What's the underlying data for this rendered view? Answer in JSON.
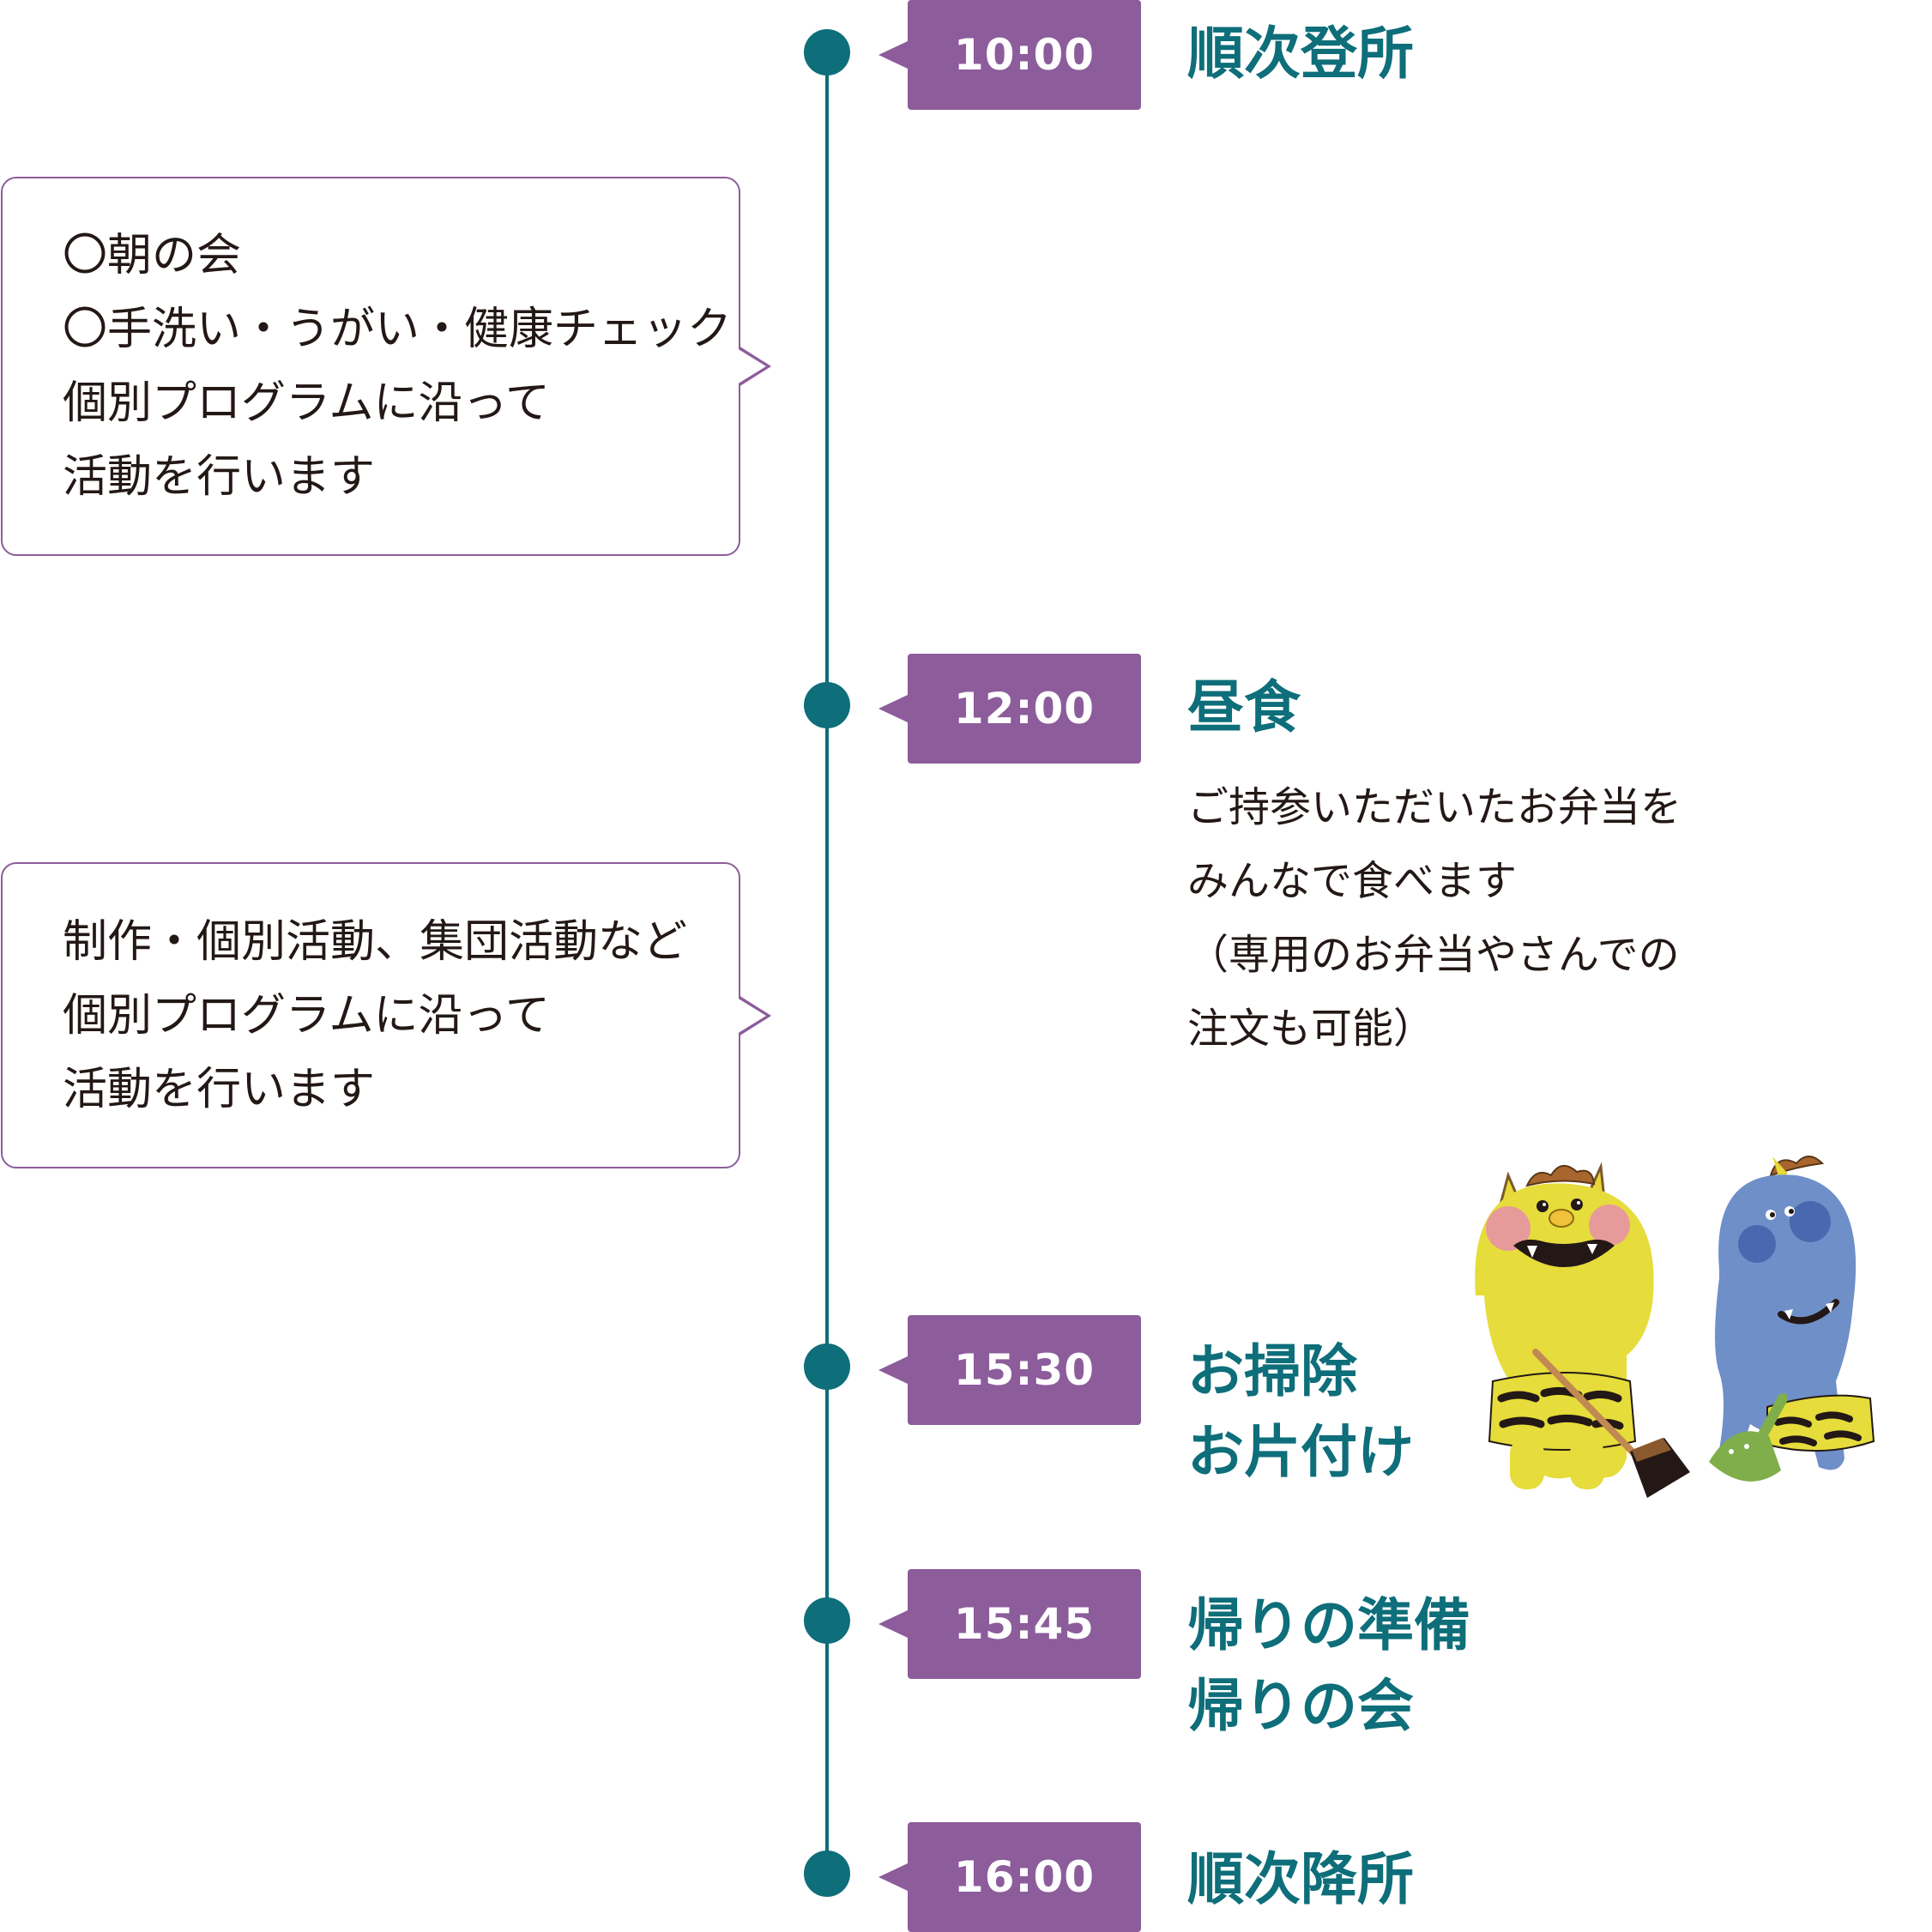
{
  "schedule": [
    {
      "time": "10:00",
      "title": [
        "順次登所"
      ]
    },
    {
      "time": "12:00",
      "title": [
        "昼食"
      ]
    },
    {
      "time": "15:30",
      "title": [
        "お掃除",
        "お片付け"
      ]
    },
    {
      "time": "15:45",
      "title": [
        "帰りの準備",
        "帰りの会"
      ]
    },
    {
      "time": "16:00",
      "title": [
        "順次降所"
      ]
    }
  ],
  "lunch_description": [
    "ご持参いただいたお弁当を",
    "みんなで食べます",
    "（専用のお弁当やさんでの",
    "注文も可能）"
  ],
  "callouts": [
    {
      "lines": [
        "〇朝の会",
        "〇手洗い・うがい・健康チェック",
        "個別プログラムに沿って",
        "活動を行います"
      ]
    },
    {
      "lines": [
        "制作・個別活動、集団活動など",
        "個別プログラムに沿って",
        "活動を行います"
      ]
    }
  ],
  "illustration": {
    "icon": "oni-characters-cleaning-illustration"
  },
  "colors": {
    "accent": "#0e6e7a",
    "badge": "#8c5c9b",
    "text": "#231815"
  }
}
